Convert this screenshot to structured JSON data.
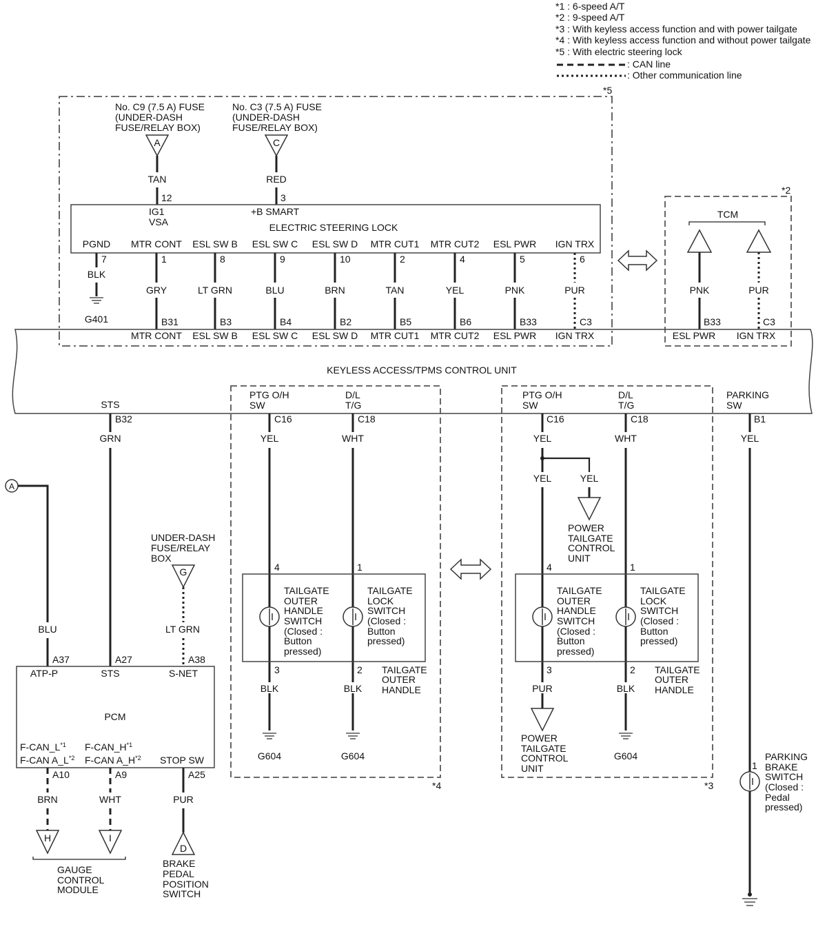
{
  "legend": {
    "notes": [
      "*1 : 6-speed A/T",
      "*2 : 9-speed A/T",
      "*3 : With keyless access function and with power tailgate",
      "*4 : With keyless access function and without power tailgate",
      "*5 : With electric steering lock"
    ],
    "can_line": ": CAN line",
    "other_line": ": Other communication line"
  },
  "marks": {
    "m5": "*5",
    "m2": "*2",
    "m4": "*4",
    "m3": "*3",
    "m1s": "*1",
    "m2s": "*2"
  },
  "fuses": {
    "c9": [
      "No. C9 (7.5 A) FUSE",
      "(UNDER-DASH",
      "FUSE/RELAY BOX)"
    ],
    "c3": [
      "No. C3 (7.5 A) FUSE",
      "(UNDER-DASH",
      "FUSE/RELAY BOX)"
    ]
  },
  "conn": {
    "A": "A",
    "C": "C",
    "G": "G",
    "H": "H",
    "I": "I",
    "D": "D"
  },
  "esl": {
    "title": "ELECTRIC STEERING LOCK",
    "top_wires": [
      "TAN",
      "RED"
    ],
    "top_pins": [
      "12",
      "3"
    ],
    "ig1": "IG1",
    "vsa": "VSA",
    "bsmart": "+B SMART",
    "pins": [
      "PGND",
      "MTR CONT",
      "ESL SW B",
      "ESL SW C",
      "ESL SW D",
      "MTR CUT1",
      "MTR CUT2",
      "ESL PWR",
      "IGN TRX"
    ],
    "pin_nums": [
      "7",
      "1",
      "8",
      "9",
      "10",
      "2",
      "4",
      "5",
      "6"
    ],
    "wires": [
      "BLK",
      "GRY",
      "LT GRN",
      "BLU",
      "BRN",
      "TAN",
      "YEL",
      "PNK",
      "PUR"
    ],
    "ground": "G401"
  },
  "tcm": {
    "title": "TCM",
    "wires": [
      "PNK",
      "PUR"
    ]
  },
  "kau": {
    "title": "KEYLESS ACCESS/TPMS CONTROL UNIT",
    "top_terms": [
      "B31",
      "B3",
      "B4",
      "B2",
      "B5",
      "B6",
      "B33",
      "C3",
      "B33",
      "C3"
    ],
    "top_names": [
      "MTR CONT",
      "ESL SW B",
      "ESL SW C",
      "ESL SW D",
      "MTR CUT1",
      "MTR CUT2",
      "ESL PWR",
      "IGN TRX",
      "ESL PWR",
      "IGN TRX"
    ],
    "sts": "STS",
    "ptg": [
      "PTG O/H",
      "SW"
    ],
    "dlt": [
      "D/L",
      "T/G"
    ],
    "park": [
      "PARKING",
      "SW"
    ],
    "bottom_terms": [
      "B32",
      "C16",
      "C18",
      "C16",
      "C18",
      "B1"
    ]
  },
  "wires_mid": {
    "sts": "GRN",
    "ptg4": "YEL",
    "dl4": "WHT",
    "ptg3": "YEL",
    "dl3": "WHT",
    "ptg3b": "YEL",
    "branch": "YEL",
    "park": "YEL"
  },
  "pwr_unit_top": [
    "POWER",
    "TAILGATE",
    "CONTROL",
    "UNIT"
  ],
  "pwr_unit_bottom": [
    "POWER",
    "TAILGATE",
    "CONTROL",
    "UNIT"
  ],
  "handle": {
    "pins_top": [
      "4",
      "1"
    ],
    "pins_bottom": [
      "3",
      "2"
    ],
    "sw1": [
      "TAILGATE",
      "OUTER",
      "HANDLE",
      "SWITCH",
      "(Closed :",
      "Button",
      "pressed)"
    ],
    "sw2": [
      "TAILGATE",
      "LOCK",
      "SWITCH",
      "(Closed :",
      "Button",
      "pressed)"
    ],
    "label": [
      "TAILGATE",
      "OUTER",
      "HANDLE"
    ],
    "wires4": [
      "BLK",
      "BLK"
    ],
    "wires3": [
      "PUR",
      "BLK"
    ],
    "g4": [
      "G604",
      "G604"
    ],
    "g3": "G604"
  },
  "pcm": {
    "title": "PCM",
    "top_terms": [
      "A37",
      "A27",
      "A38"
    ],
    "top_names": [
      "ATP-P",
      "STS",
      "S-NET"
    ],
    "wire_blu": "BLU",
    "wire_ltgrn": "LT GRN",
    "udf": [
      "UNDER-DASH",
      "FUSE/RELAY",
      "BOX"
    ],
    "fcan_l": [
      "F-CAN_L",
      "F-CAN A_L"
    ],
    "fcan_h": [
      "F-CAN_H",
      "F-CAN A_H"
    ],
    "stop": "STOP SW",
    "bot_terms": [
      "A10",
      "A9",
      "A25"
    ],
    "bot_wires": [
      "BRN",
      "WHT",
      "PUR"
    ]
  },
  "gauge": [
    "GAUGE",
    "CONTROL",
    "MODULE"
  ],
  "brake": [
    "BRAKE",
    "PEDAL",
    "POSITION",
    "SWITCH"
  ],
  "parking": {
    "pin": "1",
    "text": [
      "PARKING",
      "BRAKE",
      "SWITCH",
      "(Closed :",
      "Pedal",
      "pressed)"
    ]
  }
}
